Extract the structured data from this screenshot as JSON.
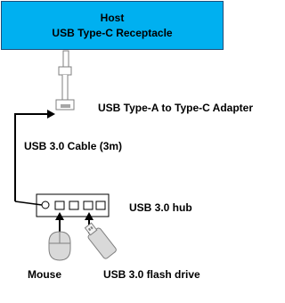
{
  "host": {
    "title": "Host",
    "subtitle": "USB Type-C Receptacle"
  },
  "labels": {
    "adapter": "USB Type-A to Type-C Adapter",
    "cable": "USB 3.0 Cable (3m)",
    "hub": "USB 3.0 hub",
    "mouse": "Mouse",
    "flash_drive": "USB 3.0 flash drive"
  },
  "colors": {
    "host_fill": "#00b0f0",
    "host_border": "#1f4e79",
    "line": "#000000",
    "device_fill": "#d9d9d9",
    "device_stroke": "#7f7f7f"
  }
}
